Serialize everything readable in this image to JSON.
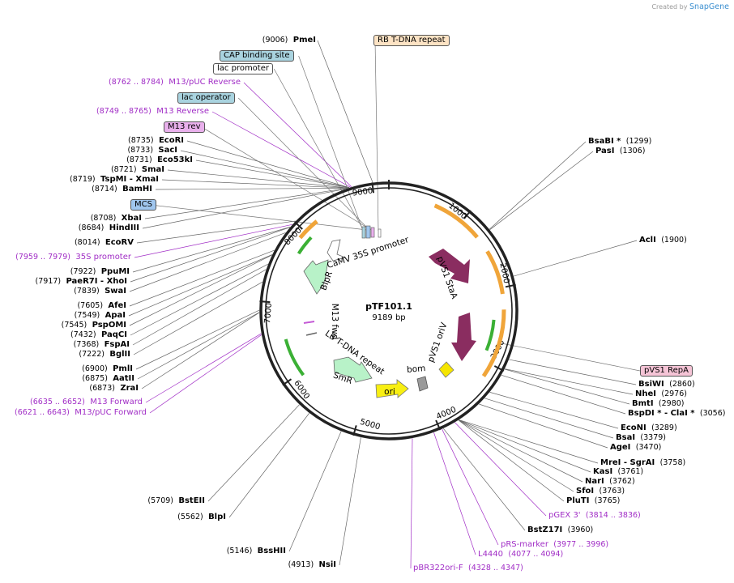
{
  "credit": {
    "prefix": "Created by",
    "brand": "SnapGene"
  },
  "plasmid": {
    "name": "pTF101.1",
    "size": "9189 bp"
  },
  "ticks": [
    "1000",
    "2000",
    "3000",
    "4000",
    "5000",
    "6000",
    "7000",
    "8000",
    "9000"
  ],
  "inner_features": [
    "CaMV 35S promoter",
    "BlpR",
    "M13 fwd",
    "LB T-DNA repeat",
    "SmR",
    "ori",
    "bom",
    "pVS1 oriV",
    "pVS1 StaA"
  ],
  "sites": [
    {
      "name": "PmeI",
      "coord": "(9006)"
    },
    {
      "name": "EcoRI",
      "coord": "(8735)"
    },
    {
      "name": "SacI",
      "coord": "(8733)"
    },
    {
      "name": "Eco53kI",
      "coord": "(8731)"
    },
    {
      "name": "SmaI",
      "coord": "(8721)"
    },
    {
      "name": "TspMI - XmaI",
      "coord": "(8719)"
    },
    {
      "name": "BamHI",
      "coord": "(8714)"
    },
    {
      "name": "XbaI",
      "coord": "(8708)"
    },
    {
      "name": "HindIII",
      "coord": "(8684)"
    },
    {
      "name": "EcoRV",
      "coord": "(8014)"
    },
    {
      "name": "PpuMI",
      "coord": "(7922)"
    },
    {
      "name": "PaeR7I - XhoI",
      "coord": "(7917)"
    },
    {
      "name": "SwaI",
      "coord": "(7839)"
    },
    {
      "name": "AfeI",
      "coord": "(7605)"
    },
    {
      "name": "ApaI",
      "coord": "(7549)"
    },
    {
      "name": "PspOMI",
      "coord": "(7545)"
    },
    {
      "name": "PaqCI",
      "coord": "(7432)"
    },
    {
      "name": "FspAI",
      "coord": "(7368)"
    },
    {
      "name": "BglII",
      "coord": "(7222)"
    },
    {
      "name": "PmlI",
      "coord": "(6900)"
    },
    {
      "name": "AatII",
      "coord": "(6875)"
    },
    {
      "name": "ZraI",
      "coord": "(6873)"
    },
    {
      "name": "BstEII",
      "coord": "(5709)"
    },
    {
      "name": "BlpI",
      "coord": "(5562)"
    },
    {
      "name": "BssHII",
      "coord": "(5146)"
    },
    {
      "name": "NsiI",
      "coord": "(4913)"
    },
    {
      "name": "BsaBI *",
      "coord": "(1299)"
    },
    {
      "name": "PasI",
      "coord": "(1306)"
    },
    {
      "name": "AclI",
      "coord": "(1900)"
    },
    {
      "name": "BsiWI",
      "coord": "(2860)"
    },
    {
      "name": "NheI",
      "coord": "(2976)"
    },
    {
      "name": "BmtI",
      "coord": "(2980)"
    },
    {
      "name": "BspDI * - ClaI *",
      "coord": "(3056)"
    },
    {
      "name": "EcoNI",
      "coord": "(3289)"
    },
    {
      "name": "BsaI",
      "coord": "(3379)"
    },
    {
      "name": "AgeI",
      "coord": "(3470)"
    },
    {
      "name": "MreI - SgrAI",
      "coord": "(3758)"
    },
    {
      "name": "KasI",
      "coord": "(3761)"
    },
    {
      "name": "NarI",
      "coord": "(3762)"
    },
    {
      "name": "SfoI",
      "coord": "(3763)"
    },
    {
      "name": "PluTI",
      "coord": "(3765)"
    },
    {
      "name": "BstZ17I",
      "coord": "(3960)"
    }
  ],
  "primers": [
    {
      "name": "M13/pUC Reverse",
      "coord": "(8762 .. 8784)"
    },
    {
      "name": "M13 Reverse",
      "coord": "(8749 .. 8765)"
    },
    {
      "name": "35S promoter",
      "coord": "(7959 .. 7979)"
    },
    {
      "name": "M13 Forward",
      "coord": "(6635 .. 6652)"
    },
    {
      "name": "M13/pUC Forward",
      "coord": "(6621 .. 6643)"
    },
    {
      "name": "pGEX 3'",
      "coord": "(3814 .. 3836)"
    },
    {
      "name": "pRS-marker",
      "coord": "(3977 .. 3996)"
    },
    {
      "name": "L4440",
      "coord": "(4077 .. 4094)"
    },
    {
      "name": "pBR322ori-F",
      "coord": "(4328 .. 4347)"
    }
  ],
  "boxes": [
    {
      "text": "RB T-DNA repeat",
      "color": "#fde3c4"
    },
    {
      "text": "CAP binding site",
      "color": "#a9d3df"
    },
    {
      "text": "lac promoter",
      "color": "#ffffff"
    },
    {
      "text": "lac operator",
      "color": "#a9d3df"
    },
    {
      "text": "M13 rev",
      "color": "#e9b0ec"
    },
    {
      "text": "MCS",
      "color": "#a0c6ee"
    },
    {
      "text": "pVS1 RepA",
      "color": "#f5c4d6"
    }
  ]
}
